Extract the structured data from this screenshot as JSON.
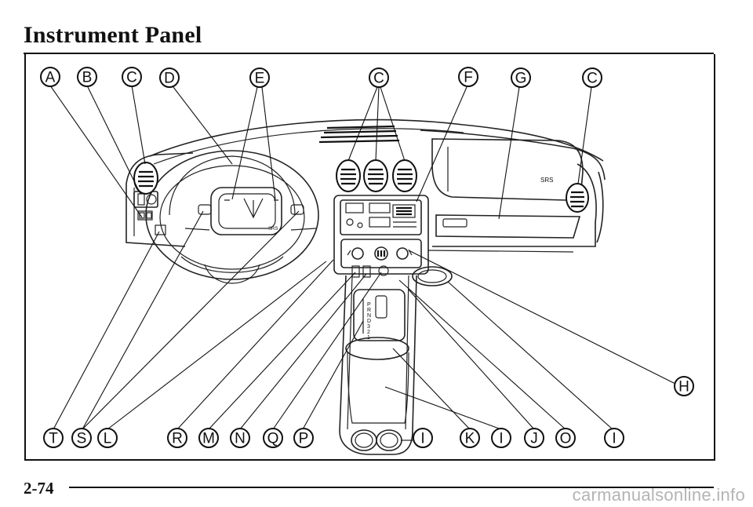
{
  "page": {
    "title": "Instrument Panel",
    "page_number": "2-74",
    "watermark": "carmanualsonline.info"
  },
  "diagram": {
    "dash_labels": {
      "airbag_left": "SRS",
      "airbag_right": "SRS"
    },
    "shifter_letters": [
      "P",
      "R",
      "N",
      "D",
      "3",
      "2",
      "1"
    ],
    "callouts_top": [
      "A",
      "B",
      "C",
      "D",
      "E",
      "C",
      "F",
      "G",
      "C"
    ],
    "callouts_bottom": [
      "T",
      "S",
      "L",
      "R",
      "M",
      "N",
      "Q",
      "P",
      "I",
      "K",
      "I",
      "J",
      "O",
      "I"
    ],
    "callouts_side": [
      "H"
    ]
  }
}
